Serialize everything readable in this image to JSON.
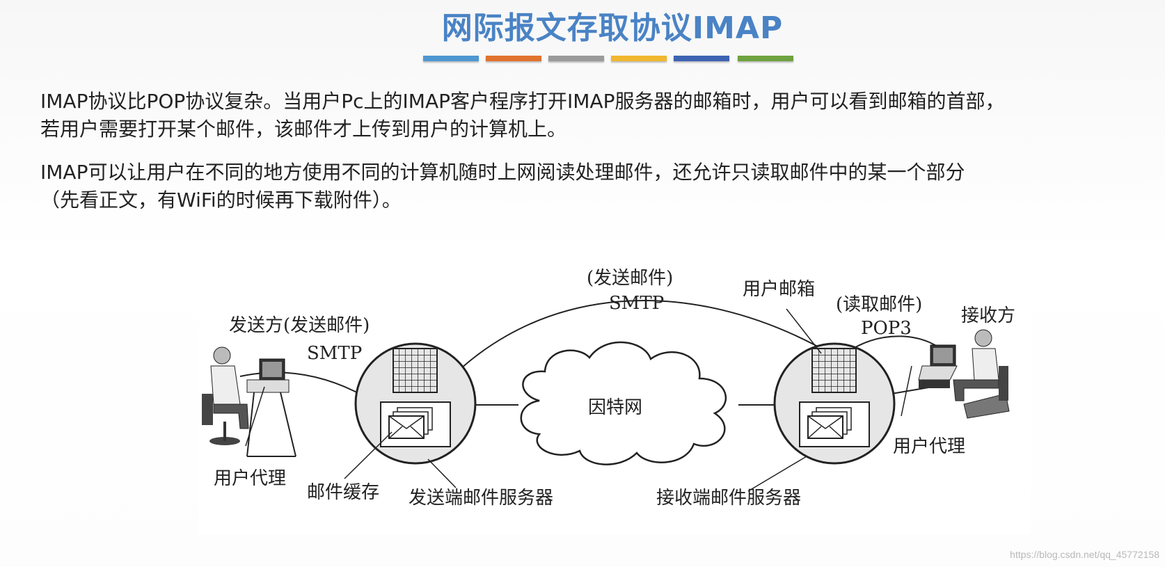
{
  "title": "网际报文存取协议IMAP",
  "color_bar": [
    "#4e97d1",
    "#e0732e",
    "#9a9a9a",
    "#f1b72e",
    "#3d63b3",
    "#6ea33f"
  ],
  "paragraphs": [
    {
      "line1": "IMAP协议比POP协议复杂。当用户Pc上的IMAP客户程序打开IMAP服务器的邮箱时，用户可以看到邮箱的首部，",
      "line2": "若用户需要打开某个邮件，该邮件才上传到用户的计算机上。"
    },
    {
      "line1": "IMAP可以让用户在不同的地方使用不同的计算机随时上网阅读处理邮件，还允许只读取邮件中的某一个部分",
      "line2": "（先看正文，有WiFi的时候再下载附件）。"
    }
  ],
  "diagram": {
    "sender": "发送方(发送邮件)",
    "sender_proto": "SMTP",
    "top_action": "(发送邮件)",
    "top_proto": "SMTP",
    "mailbox": "用户邮箱",
    "read_action": "(读取邮件)",
    "read_proto": "POP3",
    "receiver": "接收方",
    "internet": "因特网",
    "ua_left": "用户代理",
    "mail_cache": "邮件缓存",
    "send_server": "发送端邮件服务器",
    "recv_server": "接收端邮件服务器",
    "ua_right": "用户代理"
  },
  "watermark": "https://blog.csdn.net/qq_45772158"
}
